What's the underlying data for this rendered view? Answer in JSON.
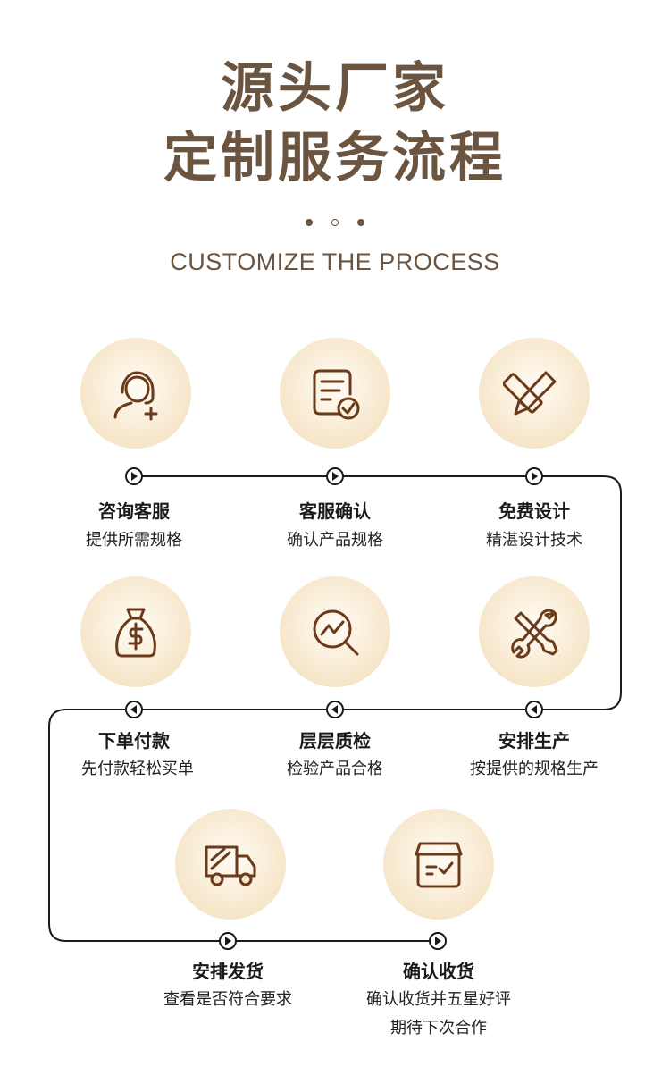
{
  "header": {
    "title_line1": "源头厂家",
    "title_line2": "定制服务流程",
    "subtitle": "CUSTOMIZE THE PROCESS"
  },
  "steps": [
    {
      "title": "咨询客服",
      "desc": "提供所需规格",
      "icon": "customer-service-icon"
    },
    {
      "title": "客服确认",
      "desc": "确认产品规格",
      "icon": "document-check-icon"
    },
    {
      "title": "免费设计",
      "desc": "精湛设计技术",
      "icon": "ruler-pencil-icon"
    },
    {
      "title": "下单付款",
      "desc": "先付款轻松买单",
      "icon": "money-bag-icon"
    },
    {
      "title": "层层质检",
      "desc": "检验产品合格",
      "icon": "magnifier-chart-icon"
    },
    {
      "title": "安排生产",
      "desc": "按提供的规格生产",
      "icon": "tools-icon"
    },
    {
      "title": "安排发货",
      "desc": "查看是否符合要求",
      "icon": "truck-icon"
    },
    {
      "title": "确认收货",
      "desc": "确认收货并五星好评",
      "desc2": "期待下次合作",
      "icon": "box-check-icon"
    }
  ],
  "colors": {
    "brand": "#6b5440",
    "icon": "#6b3a1a",
    "line": "#1a1a1a"
  }
}
